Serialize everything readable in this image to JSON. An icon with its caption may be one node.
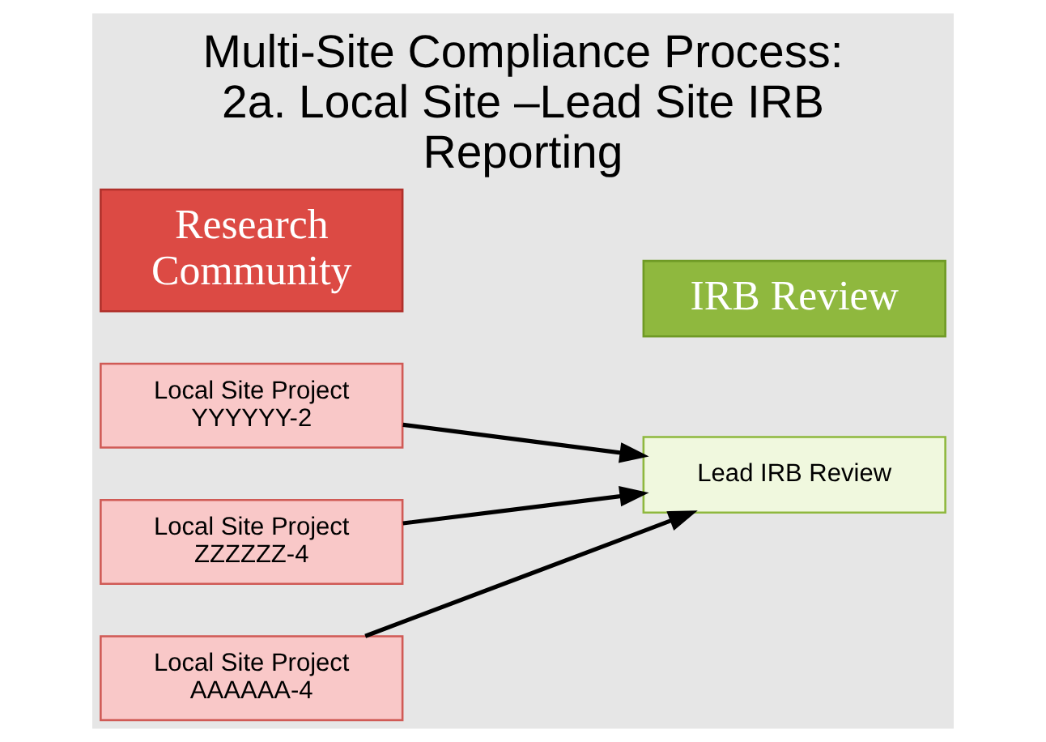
{
  "diagram": {
    "title": "Multi-Site Compliance Process: 2a. Local Site –Lead Site IRB Reporting",
    "nodes": [
      {
        "text": [
          "Research Community"
        ]
      },
      {
        "text": [
          "IRB Review"
        ]
      },
      {
        "text": [
          "Lead IRB Review"
        ]
      },
      {
        "text": [
          "Local Site Project YYYYYY-2"
        ]
      },
      {
        "text": [
          "Local Site Project ZZZZZZ-4"
        ]
      },
      {
        "text": [
          "Local Site Project AAAAAA-4"
        ]
      }
    ],
    "edges": [
      {
        "from": 3,
        "to": 2,
        "arrow": "to"
      },
      {
        "from": 4,
        "to": 2,
        "arrow": "to"
      },
      {
        "from": 5,
        "to": 2,
        "arrow": "to"
      }
    ]
  }
}
